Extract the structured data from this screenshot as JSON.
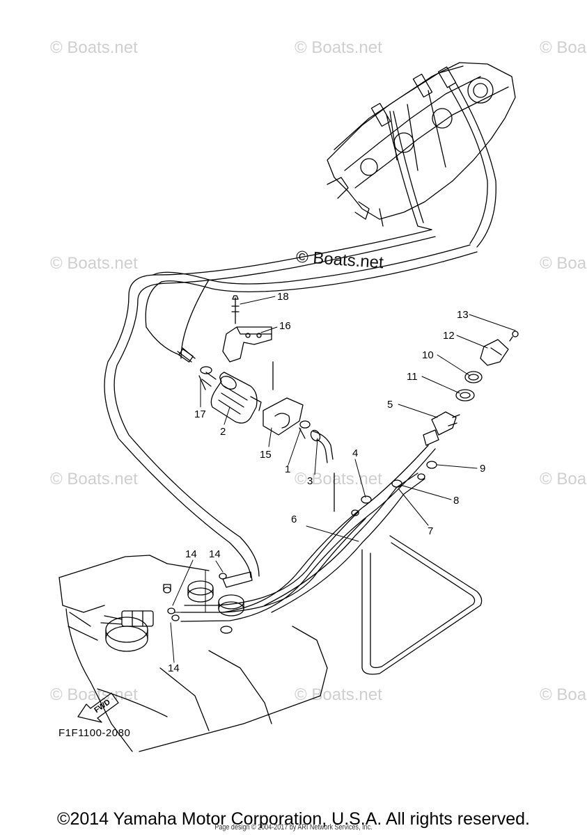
{
  "watermark": "© Boats.net",
  "watermark_partial": "© Boa",
  "watermark_center": "© Boats.net",
  "callouts": {
    "c1": "1",
    "c2": "2",
    "c3": "3",
    "c4": "4",
    "c5": "5",
    "c6": "6",
    "c7": "7",
    "c8": "8",
    "c9": "9",
    "c10": "10",
    "c11": "11",
    "c12": "12",
    "c13": "13",
    "c14a": "14",
    "c14b": "14",
    "c14c": "14",
    "c15": "15",
    "c16": "16",
    "c17": "17",
    "c18": "18"
  },
  "fwd_label": "FWD",
  "diagram_code": "F1F1100-2080",
  "copyright": "©2014 Yamaha Motor Corporation, U.S.A. All rights reserved.",
  "page_design": "Page design © 2004-2017 by ARI Network Services, Inc."
}
